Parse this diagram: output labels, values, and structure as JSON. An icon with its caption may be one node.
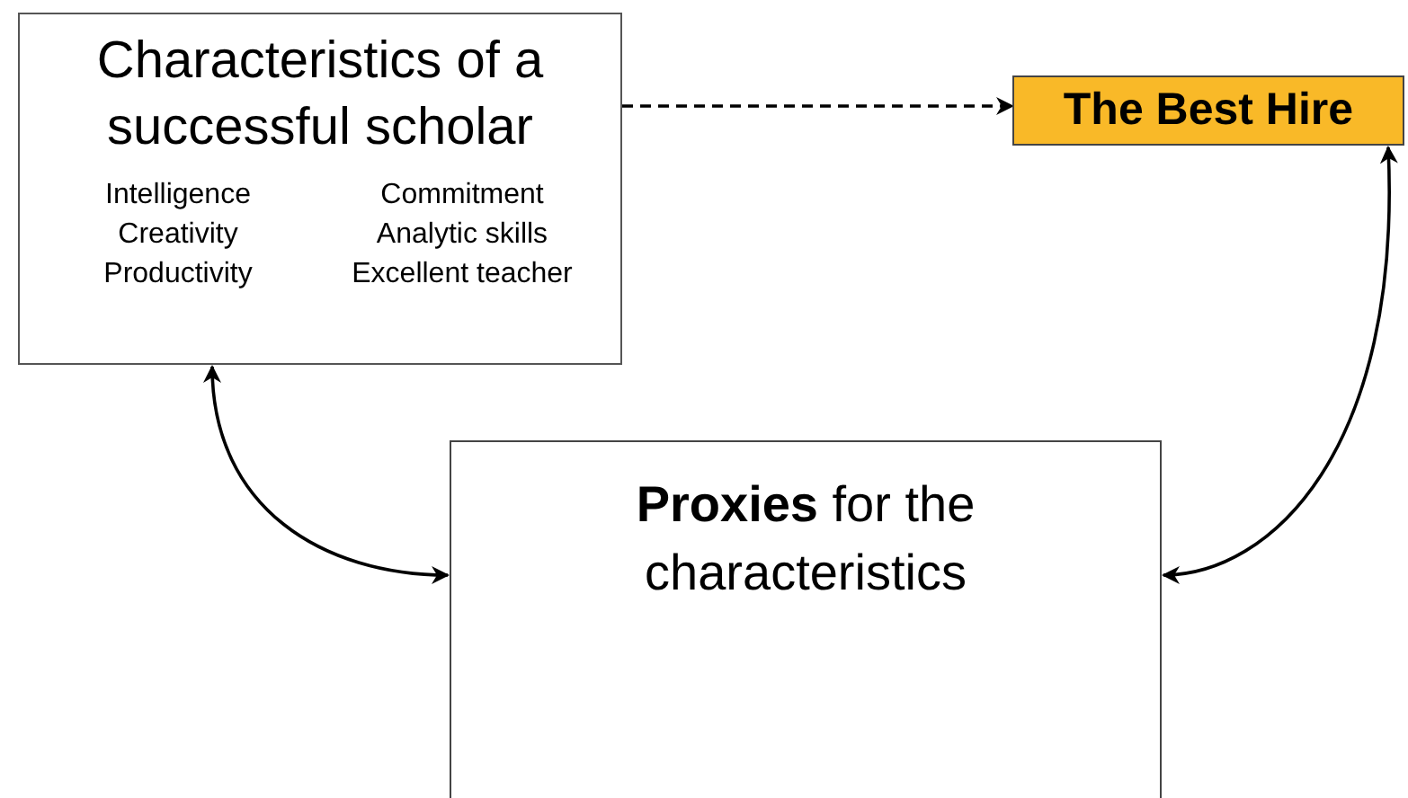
{
  "diagram": {
    "nodes": [
      {
        "text": [
          "Characteristics of a successful scholar",
          "Intelligence",
          "Commitment",
          "Creativity",
          "Analytic skills",
          "Productivity",
          "Excellent teacher"
        ]
      },
      {
        "text": [
          "The Best Hire"
        ]
      },
      {
        "text": [
          "**Proxies** for the characteristics"
        ]
      }
    ],
    "edges": [
      {
        "from": 0,
        "to": 1,
        "arrow": "to",
        "style": "dashed"
      },
      {
        "from": 0,
        "to": 2,
        "arrow": "both"
      },
      {
        "from": 1,
        "to": 2,
        "arrow": "both"
      }
    ]
  }
}
